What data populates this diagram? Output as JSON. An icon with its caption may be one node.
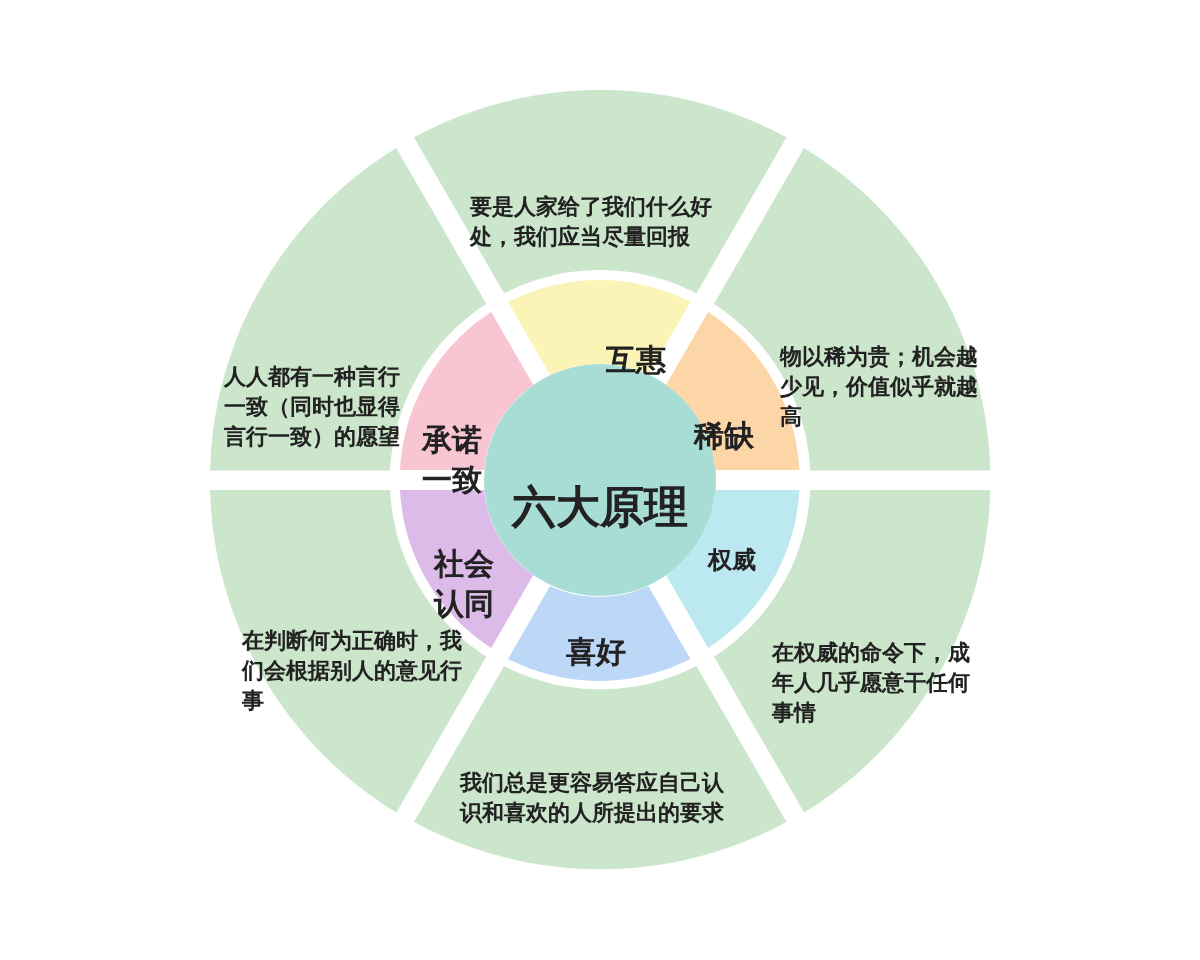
{
  "diagram": {
    "nodes": [
      {
        "text": [
          "六大原理"
        ]
      },
      {
        "text": [
          "互惠"
        ]
      },
      {
        "text": [
          "稀缺"
        ]
      },
      {
        "text": [
          "权威"
        ]
      },
      {
        "text": [
          "喜好"
        ]
      },
      {
        "text": [
          "社会认同"
        ]
      },
      {
        "text": [
          "承诺一致"
        ]
      },
      {
        "text": [
          "要是人家给了我们什么好处，我们应当尽量回报"
        ]
      },
      {
        "text": [
          "物以稀为贵；机会越少见，价值似乎就越高"
        ]
      },
      {
        "text": [
          "在权威的命令下，成年人几乎愿意干任何事情"
        ]
      },
      {
        "text": [
          "我们总是更容易答应自己认识和喜欢的人所提出的要求"
        ]
      },
      {
        "text": [
          "在判断何为正确时，我们会根据别人的意见行事"
        ]
      },
      {
        "text": [
          "人人都有一种言行一致（同时也显得言行一致）的愿望"
        ]
      }
    ]
  }
}
